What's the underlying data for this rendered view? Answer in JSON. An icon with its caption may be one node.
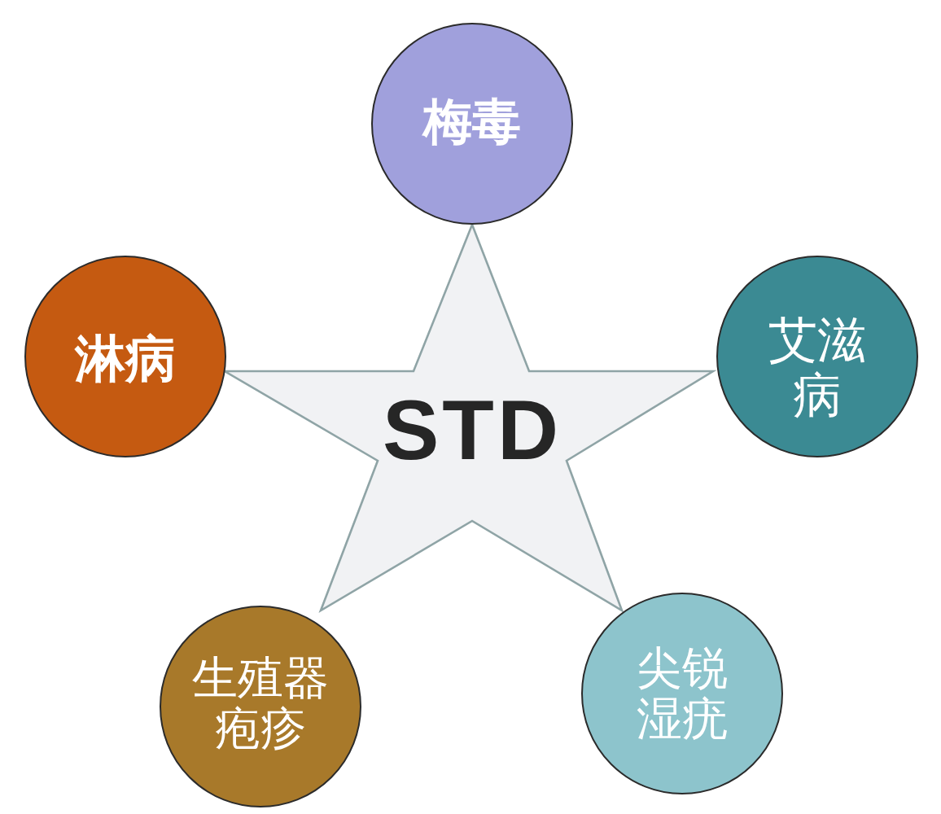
{
  "diagram": {
    "nodes": [
      {
        "text": [
          "STD"
        ]
      },
      {
        "text": [
          "梅毒"
        ]
      },
      {
        "text": [
          "淋病"
        ]
      },
      {
        "text": [
          "艾滋病"
        ]
      },
      {
        "text": [
          "生殖器疱疹"
        ]
      },
      {
        "text": [
          "尖锐湿疣"
        ]
      }
    ]
  }
}
